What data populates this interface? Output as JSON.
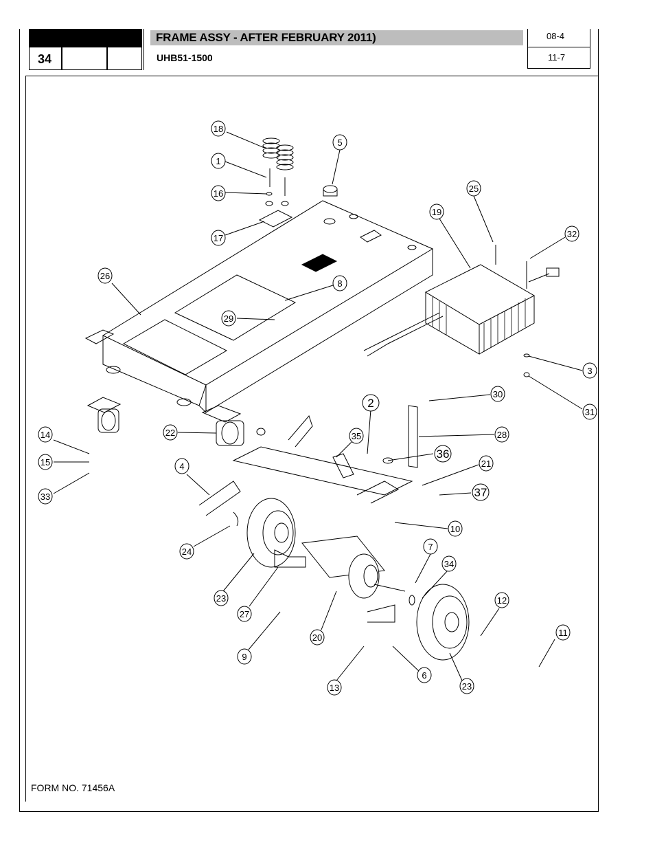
{
  "header": {
    "page_number": "34",
    "title": "FRAME  ASSY - AFTER FEBRUARY 2011)",
    "model": "UHB51-1500",
    "code_top": "08-4",
    "code_bottom": "11-7"
  },
  "footer": {
    "form_number": "FORM NO. 71456A"
  },
  "callouts": [
    "18",
    "1",
    "16",
    "17",
    "5",
    "25",
    "19",
    "32",
    "26",
    "8",
    "29",
    "3",
    "31",
    "30",
    "2",
    "35",
    "28",
    "36",
    "21",
    "37",
    "14",
    "15",
    "33",
    "22",
    "4",
    "10",
    "24",
    "7",
    "34",
    "23",
    "27",
    "20",
    "12",
    "9",
    "13",
    "6",
    "11",
    "23"
  ]
}
